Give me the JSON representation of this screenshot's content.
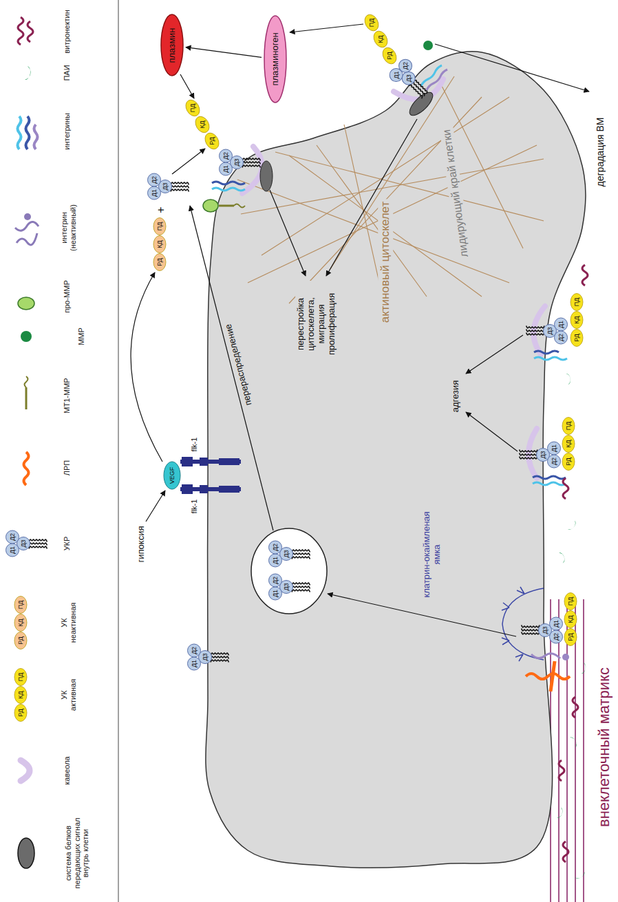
{
  "diagram": {
    "nodes": [
      {
        "text": [
          "плазмин"
        ]
      },
      {
        "text": [
          "плазминоген"
        ]
      }
    ],
    "edges": [
      {
        "from": 1,
        "to": 0,
        "arrow": "to"
      }
    ],
    "labels": [
      "гипоксия",
      "VEGF",
      "flk-1",
      "flk-1",
      "+",
      "перераспределение",
      "перестройка цитоскелета, миграция пролиферация",
      "актиновый цитоскелет",
      "лидирующий край клетки",
      "деградация ВМ",
      "адгезия",
      "клатрин-окаймленая ямка",
      "внеклеточный матрикс",
      "Д1",
      "Д2",
      "Д3",
      "Д1",
      "Д2",
      "Д3",
      "Д1",
      "Д2",
      "Д3",
      "Д1",
      "Д2",
      "Д3",
      "Д1",
      "Д2",
      "Д3",
      "Д1",
      "Д2",
      "Д3",
      "Д1",
      "Д2",
      "Д3",
      "Д1",
      "Д2",
      "Д3",
      "Д1",
      "Д2",
      "Д3",
      "Д1",
      "Д2",
      "Д3",
      "РД",
      "КД",
      "ПД",
      "РД",
      "КД",
      "ПД",
      "РД",
      "КД",
      "ПД",
      "РД",
      "КД",
      "ПД",
      "РД",
      "КД",
      "ПД",
      "РД",
      "КД",
      "ПД",
      "РД",
      "КД",
      "ПД",
      "РД",
      "КД",
      "ПД"
    ],
    "legend": [
      {
        "text": "витронектин"
      },
      {
        "text": "ПАИ"
      },
      {
        "text": "интегрины"
      },
      {
        "text": "интегрин (неактивный)"
      },
      {
        "text": "про-MMP"
      },
      {
        "text": "MMP"
      },
      {
        "text": "MT1-MMP"
      },
      {
        "text": "ЛРП"
      },
      {
        "text": "УКР"
      },
      {
        "text": "УК неактивная"
      },
      {
        "text": "УК активная"
      },
      {
        "text": "кавеола"
      },
      {
        "text": "система белков передающих сигнал внутрь клетки"
      }
    ]
  }
}
